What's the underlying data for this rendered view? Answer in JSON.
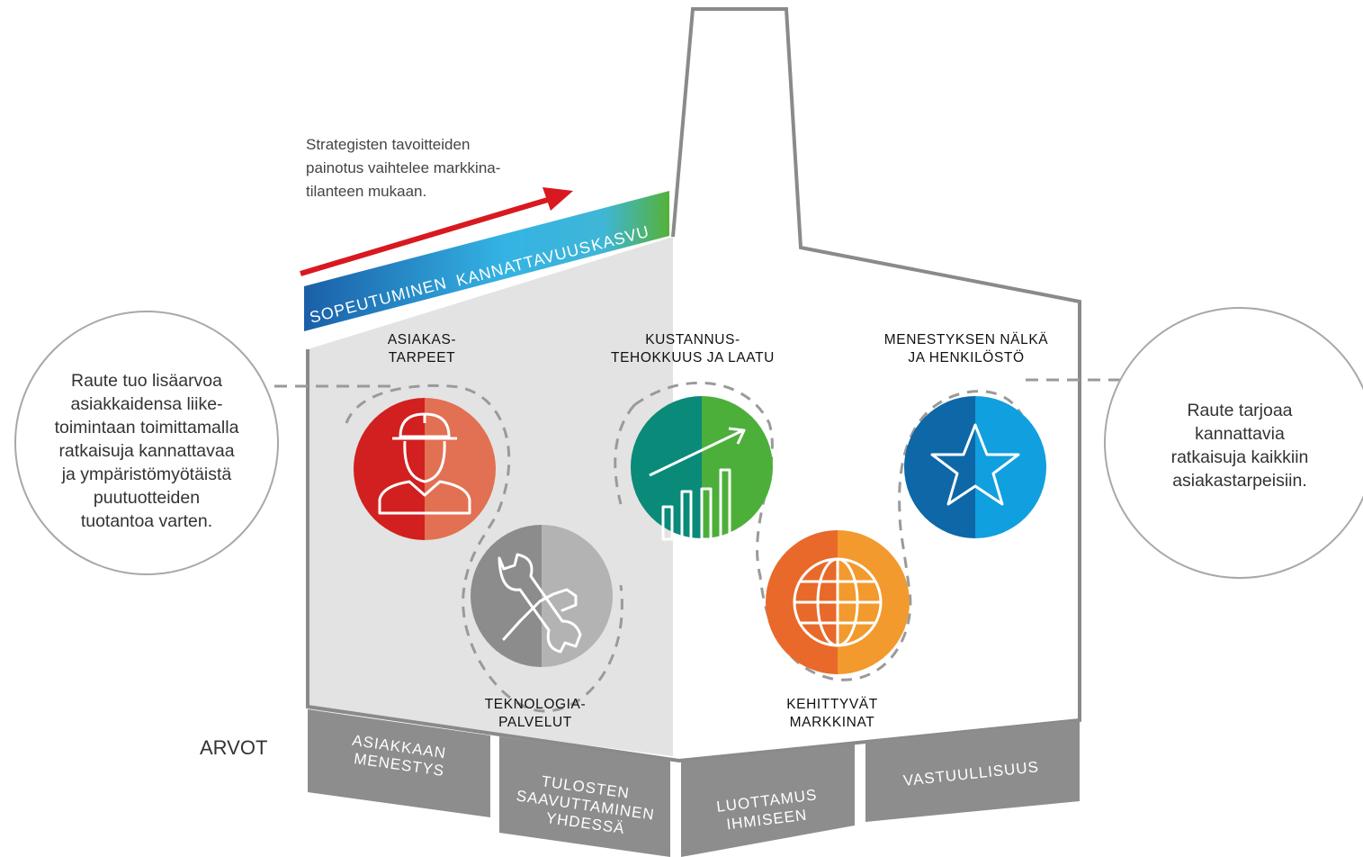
{
  "note": {
    "lines": [
      "Strategisten tavoitteiden",
      "painotus vaihtelee markkina-",
      "tilanteen mukaan."
    ]
  },
  "strategy_band": {
    "words": [
      "SOPEUTUMINEN",
      "KANNATTAVUUS",
      "KASVU"
    ],
    "colors": [
      "#1a5fa8",
      "#34b3e4",
      "#55b13a"
    ]
  },
  "left_bubble": {
    "lines": [
      "Raute tuo lisäarvoa",
      "asiakkaidensa liike-",
      "toimintaan toimittamalla",
      "ratkaisuja kannattavaa",
      "ja ympäristömyötäistä",
      "puutuotteiden",
      "tuotantoa varten."
    ]
  },
  "right_bubble": {
    "lines": [
      "Raute tarjoaa",
      "kannattavia",
      "ratkaisuja kaikkiin",
      "asiakastarpeisiin."
    ]
  },
  "pillars": [
    {
      "label_lines": [
        "ASIAKAS-",
        "TARPEET"
      ],
      "icon": "worker-helmet-icon",
      "colors": [
        "#d1201f",
        "#e27052"
      ]
    },
    {
      "label_lines": [
        "TEKNOLOGIA-",
        "PALVELUT"
      ],
      "icon": "wrench-hand-icon",
      "colors": [
        "#8c8c8c",
        "#b3b3b3"
      ]
    },
    {
      "label_lines": [
        "KUSTANNUS-",
        "TEHOKKUUS JA LAATU"
      ],
      "icon": "growth-chart-icon",
      "colors": [
        "#0a8a78",
        "#4caf3a"
      ]
    },
    {
      "label_lines": [
        "KEHITTYVÄT",
        "MARKKINAT"
      ],
      "icon": "globe-icon",
      "colors": [
        "#e8692a",
        "#f29a2e"
      ]
    },
    {
      "label_lines": [
        "MENESTYKSEN NÄLKÄ",
        "JA HENKILÖSTÖ"
      ],
      "icon": "star-icon",
      "colors": [
        "#0e67a6",
        "#109fdf"
      ]
    }
  ],
  "values_title": "ARVOT",
  "values": [
    {
      "lines": [
        "ASIAKKAAN",
        "MENESTYS"
      ]
    },
    {
      "lines": [
        "TULOSTEN",
        "SAAVUTTAMINEN",
        "YHDESSÄ"
      ]
    },
    {
      "lines": [
        "LUOTTAMUS",
        "IHMISEEN"
      ]
    },
    {
      "lines": [
        "VASTUULLISUUS"
      ]
    }
  ],
  "colors": {
    "arrow": "#d9181f",
    "outline": "#8a8a8a",
    "shade": "#e3e3e3",
    "values_fill": "#8d8d8d"
  }
}
